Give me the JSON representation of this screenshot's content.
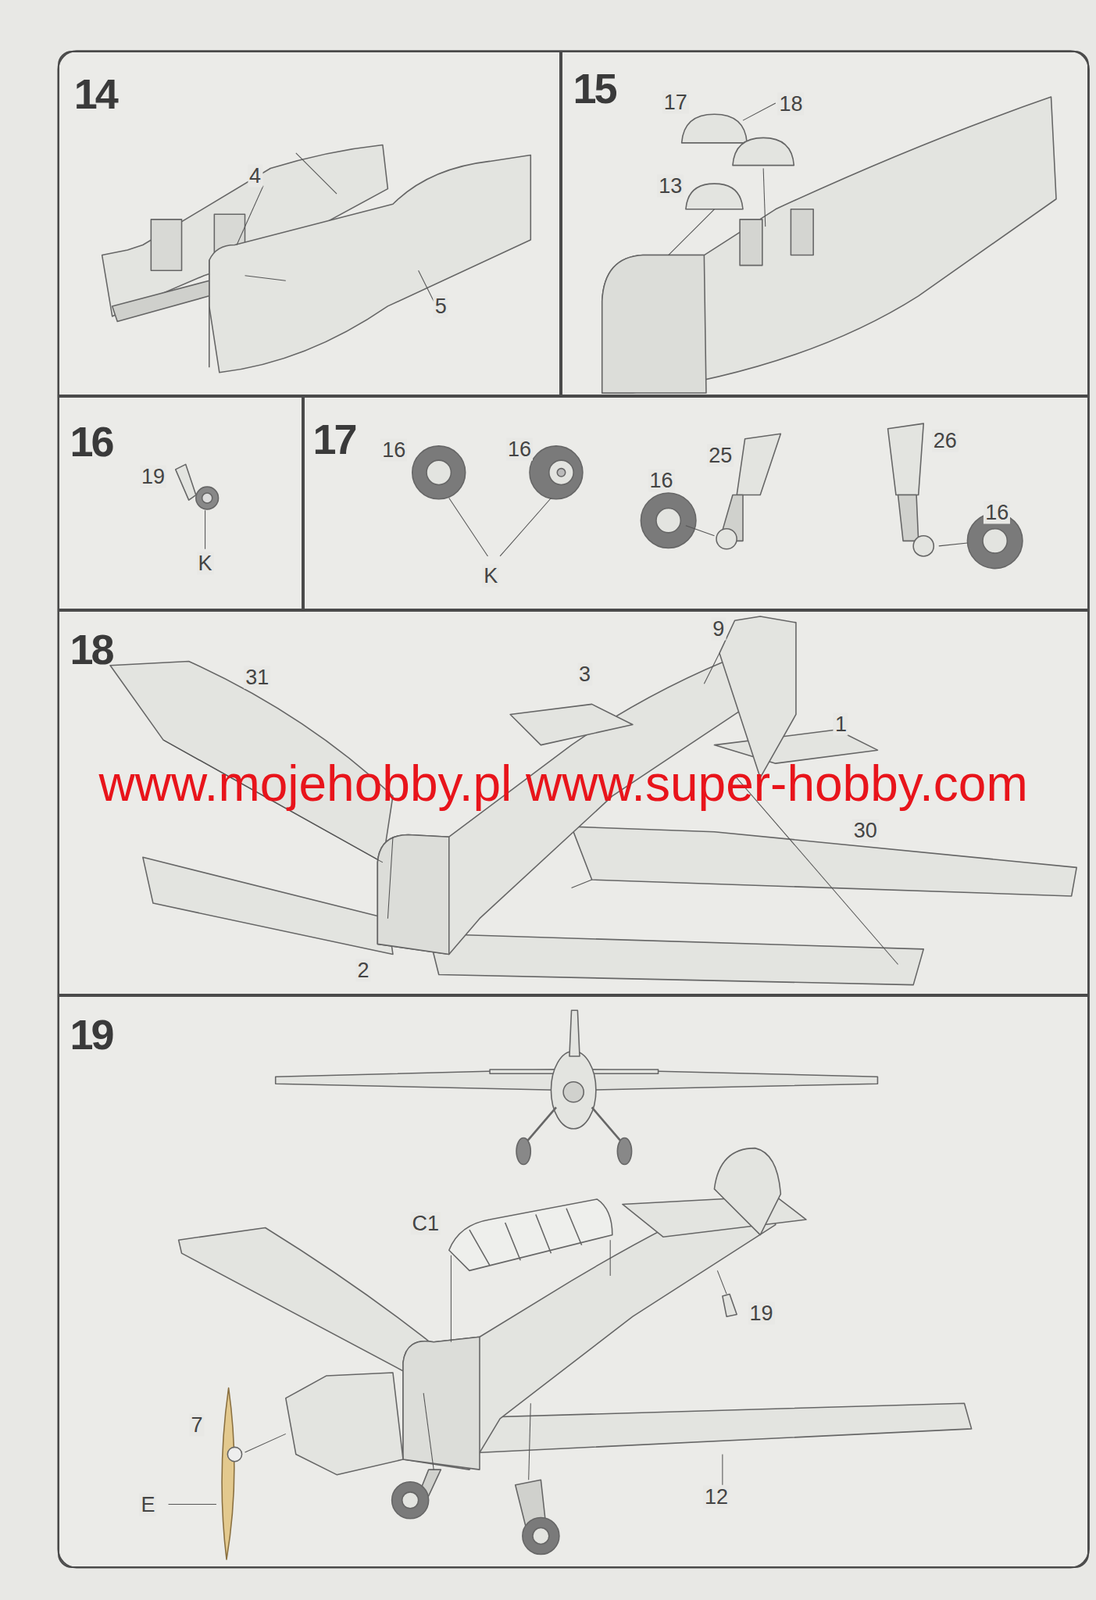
{
  "diagram": {
    "nodes": [
      {
        "text": [
          "14"
        ]
      },
      {
        "text": [
          "15"
        ]
      },
      {
        "text": [
          "16"
        ]
      },
      {
        "text": [
          "17"
        ]
      },
      {
        "text": [
          "18"
        ]
      },
      {
        "text": [
          "19"
        ]
      }
    ],
    "labels": [
      "4",
      "5",
      "17",
      "18",
      "13",
      "19",
      "K",
      "16",
      "16",
      "K",
      "16",
      "25",
      "26",
      "16",
      "31",
      "3",
      "9",
      "1",
      "30",
      "2",
      "C1",
      "7",
      "19",
      "E",
      "12",
      "www.mojehobby.pl www.super-hobby.com"
    ]
  }
}
